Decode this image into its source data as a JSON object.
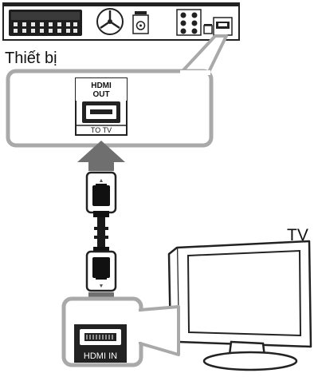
{
  "labels": {
    "device": "Thiết bị",
    "tv": "TV"
  },
  "ports": {
    "hdmi_out_line1": "HDMI",
    "hdmi_out_line2": "OUT",
    "to_tv": "TO TV",
    "hdmi_in": "HDMI IN"
  },
  "colors": {
    "callout_border": "#a9a9a9",
    "arrow": "#6f6f6f",
    "cable": "#1a1a1a",
    "outline": "#222222"
  }
}
